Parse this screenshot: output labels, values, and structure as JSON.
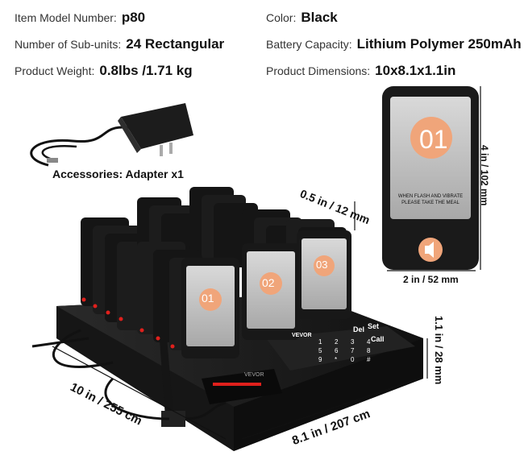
{
  "specs": {
    "model": {
      "label": "Item Model Number:",
      "value": "p80"
    },
    "subunits": {
      "label": "Number of Sub-units:",
      "value": "24 Rectangular"
    },
    "weight": {
      "label": "Product Weight:",
      "value": "0.8lbs /1.71 kg"
    },
    "color": {
      "label": "Color:",
      "value": "Black"
    },
    "battery": {
      "label": "Battery Capacity:",
      "value": "Lithium Polymer 250mAh"
    },
    "dimensions": {
      "label": "Product Dimensions:",
      "value": "10x8.1x1.1in"
    }
  },
  "accessories": "Accessories: Adapter x1",
  "pager": {
    "number": "01",
    "notice_line1": "WHEN FLASH AND VIBRATE",
    "notice_line2": "PLEASE TAKE THE MEAL",
    "height_dim": "4 in / 102 mm",
    "width_dim": "2 in / 52 mm",
    "thickness_dim": "0.5 in / 12 mm"
  },
  "base": {
    "brand": "VEVOR",
    "keypad": [
      "1",
      "2",
      "3",
      "4",
      "5",
      "6",
      "7",
      "8",
      "9",
      "*",
      "0",
      "#"
    ],
    "keys": {
      "del": "Del",
      "set": "Set",
      "call": "Call"
    },
    "front_pagers": [
      "01",
      "02",
      "03"
    ],
    "length_dim": "10 in / 255 cm",
    "width_dim": "8.1 in / 207 cm",
    "height_dim": "1.1 in / 28 mm"
  },
  "colors": {
    "accent": "#f0a57a",
    "body": "#1a1a1a",
    "led": "#e0201c"
  }
}
